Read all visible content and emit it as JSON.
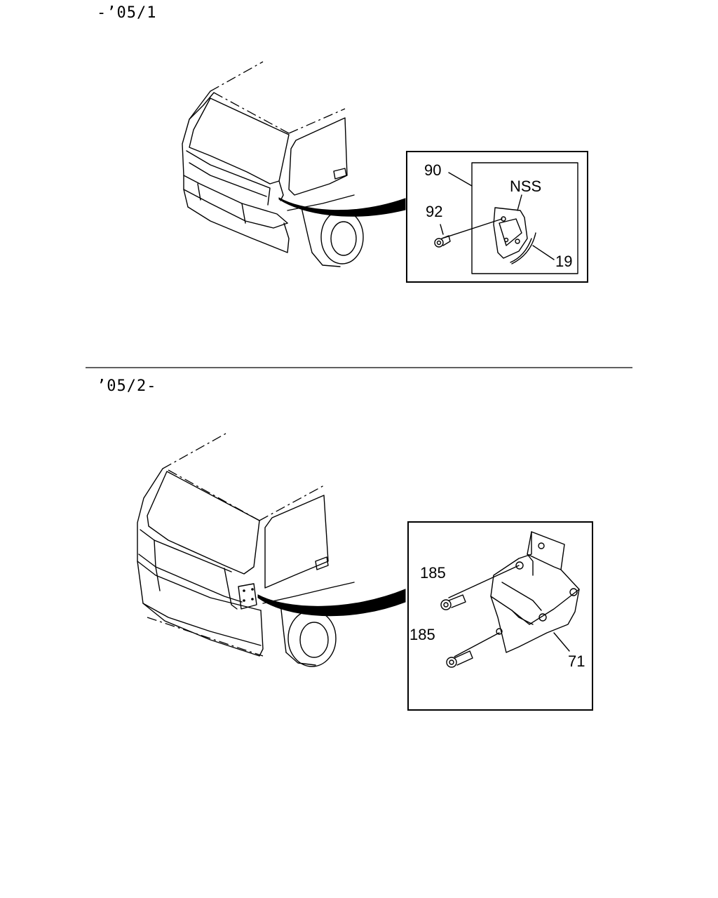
{
  "sections": [
    {
      "range_label": "-’05/1",
      "callouts": {
        "bracket": "90",
        "bolt": "92",
        "marker": "NSS",
        "strip": "19"
      }
    },
    {
      "range_label": "’05/2-",
      "callouts": {
        "bolt_upper": "185",
        "bolt_lower": "185",
        "bracket": "71"
      }
    }
  ]
}
